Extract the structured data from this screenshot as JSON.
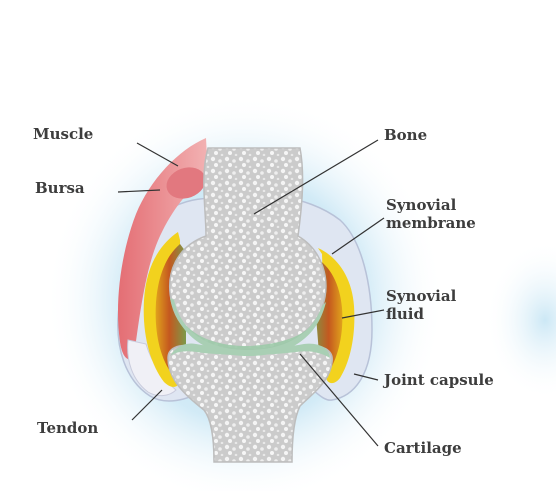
{
  "labels": {
    "muscle": "Muscle",
    "bursa": "Bursa",
    "bone": "Bone",
    "synovial_membrane_line1": "Synovial",
    "synovial_membrane_line2": "membrane",
    "synovial_fluid_line1": "Synovial",
    "synovial_fluid_line2": "fluid",
    "joint_capsule": "Joint capsule",
    "tendon": "Tendon",
    "cartilage": "Cartilage"
  },
  "colors": {
    "background_glow": "#bfe2f3",
    "capsule": "#dfe6f2",
    "muscle": "#e8868a",
    "bursa": "#e2787f",
    "bone": "#cfcfcf",
    "bone_pores": "#ffffff",
    "synovial_membrane": "#f2d21e",
    "synovial_fluid": "#c8651e",
    "cartilage": "#a9cfb4",
    "tendon": "#f0f0f6",
    "label_text": "#3d3d3d",
    "leader_line": "#333333"
  }
}
